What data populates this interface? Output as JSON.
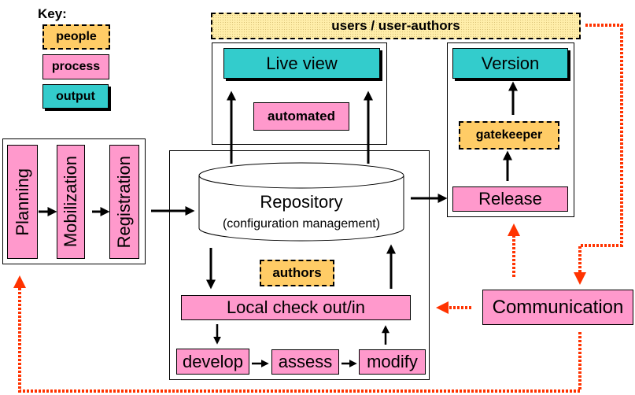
{
  "key": {
    "title": "Key:",
    "people_label": "people",
    "process_label": "process",
    "output_label": "output"
  },
  "colors": {
    "people": "#ffcc66",
    "process": "#ff99cc",
    "output": "#33cccc",
    "communication_line": "#ff3300"
  },
  "users_banner": "users / user-authors",
  "live_view": {
    "title": "Live view",
    "automated_label": "automated"
  },
  "version_panel": {
    "version_label": "Version",
    "gatekeeper_label": "gatekeeper",
    "release_label": "Release"
  },
  "preparation": {
    "steps": [
      "Planning",
      "Mobilization",
      "Registration"
    ]
  },
  "repository": {
    "title": "Repository",
    "subtitle": "(configuration management)",
    "authors_label": "authors",
    "checkout_label": "Local check out/in",
    "cycle": [
      "develop",
      "assess",
      "modify"
    ]
  },
  "communication_label": "Communication"
}
